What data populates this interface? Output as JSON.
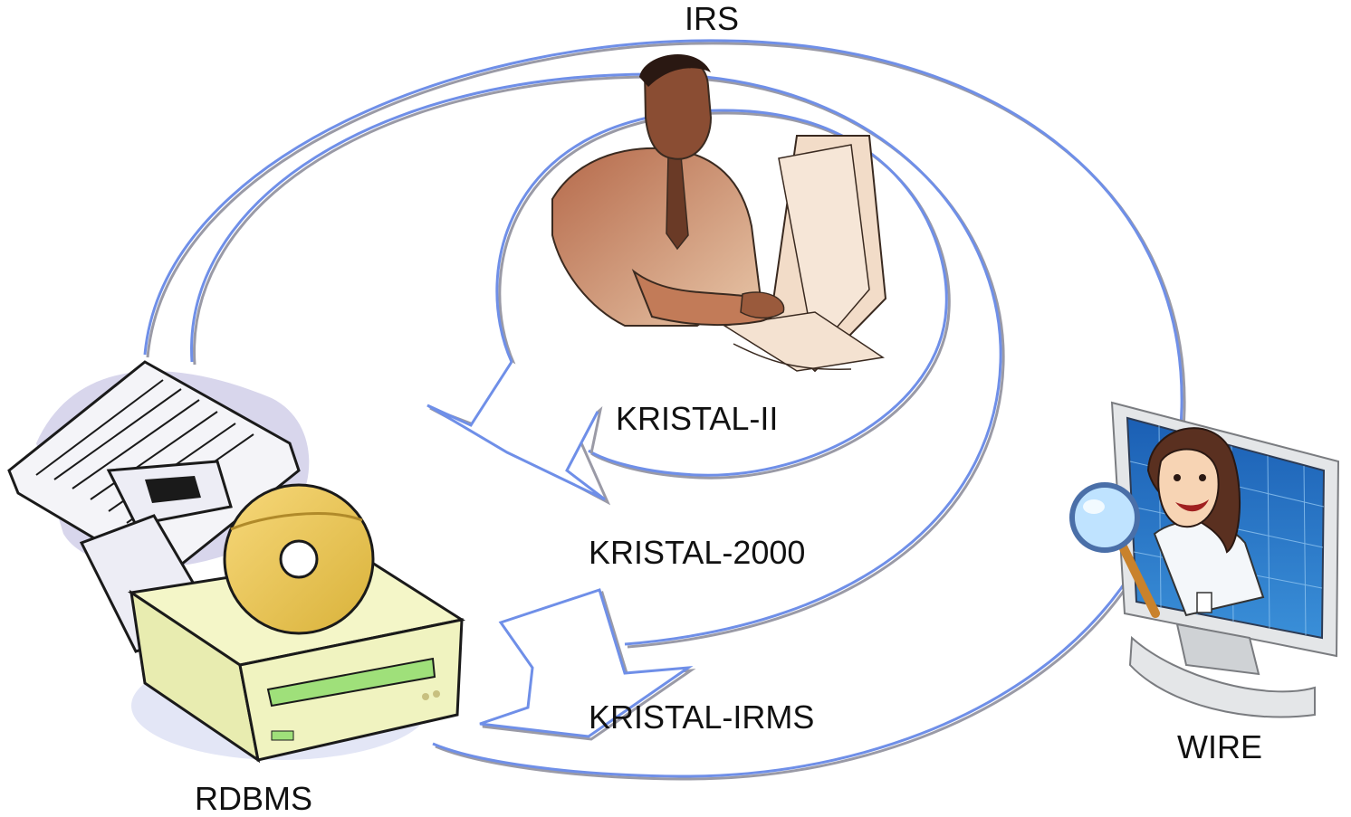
{
  "labels": {
    "irs": "IRS",
    "kristal_ii": "KRISTAL-II",
    "kristal_2000": "KRISTAL-2000",
    "kristal_irms": "KRISTAL-IRMS",
    "wire": "WIRE",
    "rdbms": "RDBMS"
  },
  "colors": {
    "loop_line": "#6f8fe8",
    "loop_shadow": "#9a9aa6",
    "arrow_fill": "#ffffff"
  },
  "icons": {
    "irs": "businessman-at-computer-icon",
    "wire": "woman-with-magnifier-in-monitor-icon",
    "rdbms": "database-files-and-cd-drive-icon"
  }
}
